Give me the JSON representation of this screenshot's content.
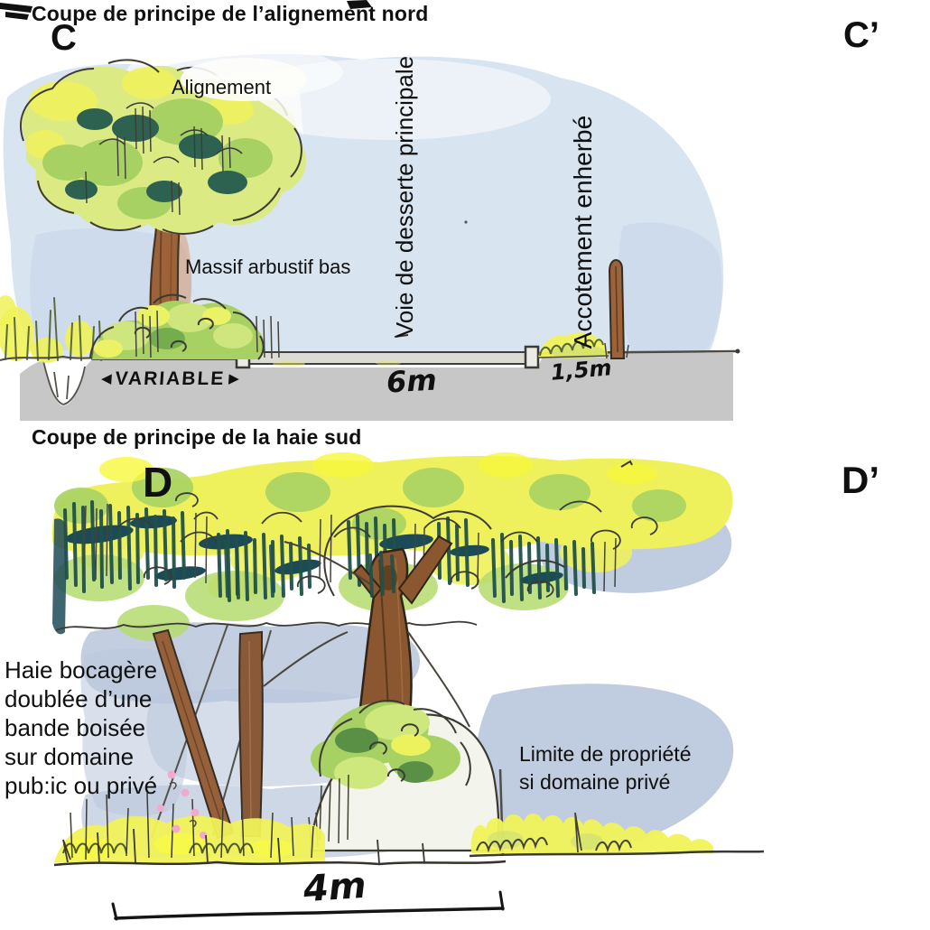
{
  "palette": {
    "ink": "#1a1a1a",
    "sketch_line": "#3e3c36",
    "canopy_yellow": "#eef15c",
    "leaf_light": "#dcea84",
    "leaf_green": "#a7d163",
    "leaf_dark": "#2d6150",
    "navy_green": "#1d4a57",
    "trunk_brown": "#9c6239",
    "sky_blue": "#d9e4f1",
    "wash_blue": "#b9c6dc",
    "ground_gray": "#c7c7c7",
    "road_gray": "#dcdcd5",
    "grass_yellow": "#f0f258",
    "flower_pink": "#f3a9ce"
  },
  "north_section": {
    "title": "Coupe de principe de l’alignement nord",
    "marker_left": "C",
    "marker_right": "C’",
    "labels": {
      "alignment": "Alignement",
      "shrub_bed": "Massif arbustif bas",
      "road": "Voie de desserte principale",
      "shoulder": "Accotement enherbé"
    },
    "dimensions": {
      "left_arrow": "◀",
      "variable": "VARIABLE",
      "right_arrow": "▶",
      "road_width": "6m",
      "shoulder_width": "1,5m"
    }
  },
  "south_section": {
    "title": "Coupe de principe de la haie sud",
    "marker_left": "D",
    "marker_right": "D’",
    "labels": {
      "hedge": "Haie bocagère\ndoublée d’une\nbande boisée\nsur domaine\npub:ic ou privé",
      "property_limit": "Limite de propriété\nsi domaine privé"
    },
    "dimensions": {
      "hedge_width": "4m"
    }
  }
}
